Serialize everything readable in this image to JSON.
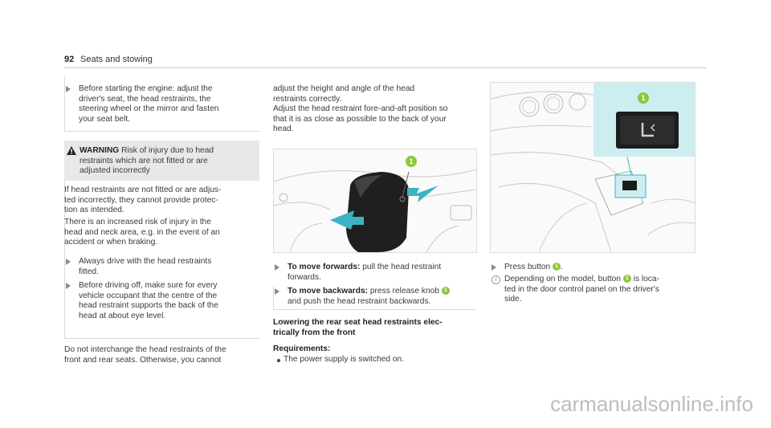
{
  "header": {
    "page_number": "92",
    "section": "Seats and stowing"
  },
  "col1": {
    "step1": "Before starting the engine: adjust the driver's seat, the head restraints, the steering wheel or the mirror and fasten your seat belt.",
    "step1_lines": [
      "Before starting the engine: adjust the",
      "driver's seat, the head restraints, the",
      "steering wheel or the mirror and fasten",
      "your seat belt."
    ],
    "warning_label": "WARNING",
    "warning_lines": [
      "Risk of injury due to head",
      "restraints which are not fitted or are",
      "adjusted incorrectly"
    ],
    "para1_lines": [
      "If head restraints are not fitted or are adjus-",
      "ted incorrectly, they cannot provide protec-",
      "tion as intended."
    ],
    "para2_lines": [
      "There is an increased risk of injury in the",
      "head and neck area, e.g. in the event of an",
      "accident or when braking."
    ],
    "step2_lines": [
      "Always drive with the head restraints",
      "fitted."
    ],
    "step3_lines": [
      "Before driving off, make sure for every",
      "vehicle occupant that the centre of the",
      "head restraint supports the back of the",
      "head at about eye level."
    ],
    "bottom_lines": [
      "Do not interchange the head restraints of the",
      "front and rear seats. Otherwise, you cannot"
    ]
  },
  "col2": {
    "top_lines": [
      "adjust the height and angle of the head",
      "restraints correctly.",
      "Adjust the head restraint fore-and-aft position so",
      "that it is as close as possible to the back of your",
      "head."
    ],
    "figure_badge": "1",
    "move_forwards_label": "To move forwards:",
    "move_forwards_text": "pull the head restraint",
    "move_forwards_text2": "forwards.",
    "move_backwards_label": "To move backwards:",
    "move_backwards_text": "press release knob",
    "move_backwards_badge": "1",
    "move_backwards_text2": "and push the head restraint backwards.",
    "heading_lines": [
      "Lowering the rear seat head restraints elec-",
      "trically from the front"
    ],
    "requirements_label": "Requirements:",
    "requirement_item": "The power supply is switched on."
  },
  "col3": {
    "figure_badge": "1",
    "press_text": "Press button",
    "press_badge": "1",
    "press_end": ".",
    "info_icon": "i",
    "info_lines_1a": "Depending on the model, button",
    "info_badge": "1",
    "info_lines_1b": "is loca-",
    "info_lines": [
      "ted in the door control panel on the driver's",
      "side."
    ]
  },
  "watermark": "carmanualsonline.info",
  "colors": {
    "accent_green": "#8cc63f",
    "highlight_cyan": "#cdeef0",
    "arrow_cyan": "#3bb3c3"
  }
}
